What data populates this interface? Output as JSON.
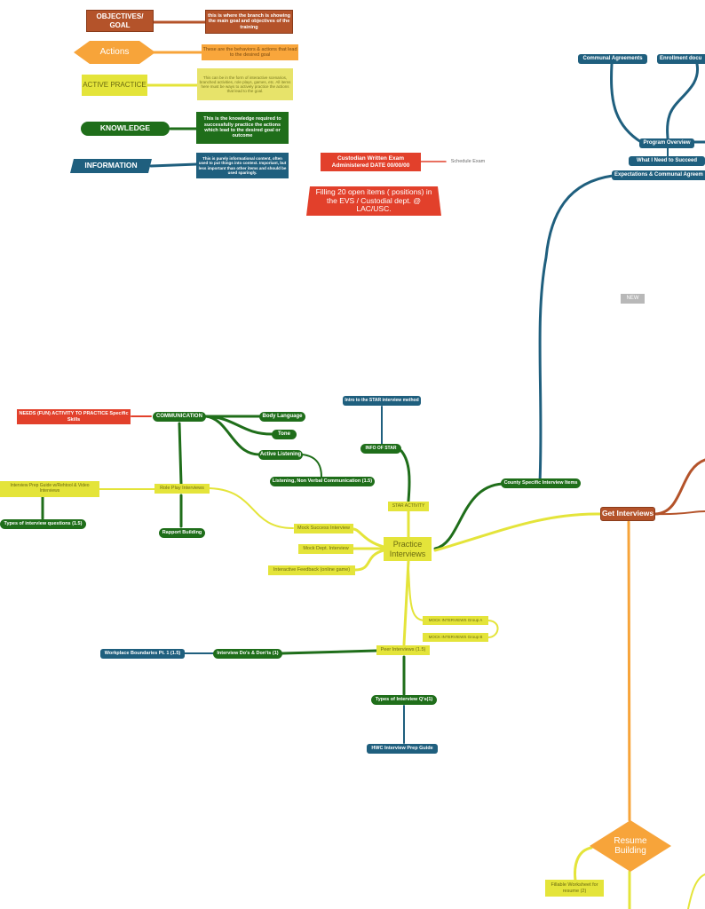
{
  "legend": {
    "objectives_label": "OBJECTIVES/ GOAL",
    "objectives_desc": "this is where the branch is showing the main goal and objectives of the training",
    "actions_label": "Actions",
    "actions_desc": "These are the behaviors & actions that lead to the desired goal",
    "active_label": "ACTIVE PRACTICE",
    "active_desc": "This can be in the form of interactive scenarios, branched activities, role plays, games, etc. All items here must be ways to actively practice the actions that lead to the goal.",
    "knowledge_label": "KNOWLEDGE",
    "knowledge_desc": "This is the knowledge required to successfully practice the actions which lead to the desired goal or outcome",
    "information_label": "INFORMATION",
    "information_desc": "This is purely informational content, often used to put things into context. Important, but less important than other items and should be used sparingly."
  },
  "exam": {
    "title": "Custodian Written Exam Administered DATE 00/00/00",
    "schedule": "Schedule Exam",
    "banner": "Filling 20 open items ( positions) in the EVS / Custodial dept. @ LAC/USC."
  },
  "top_right": {
    "communal": "Communal Agreements",
    "enrollment": "Enrollment docu",
    "program_overview": "Program Overview",
    "need_to_succeed": "What I Need to Succeed",
    "expectations": "Expectations & Communal Agreem",
    "new_tag": "NEW"
  },
  "communication": {
    "needs_activity": "NEEDS (FUN) ACTIVITY TO PRACTICE Specific Skills",
    "communication": "COMMUNICATION",
    "body_language": "Body Language",
    "tone": "Tone",
    "active_listening": "Active Listening",
    "non_verbal": "Listening, Non Verbal Communication (1.5)",
    "role_play": "Role Play Interviews",
    "rapport": "Rapport Building",
    "prep_guide": "Interview Prep Guide w/Rehtool & Video Interviews",
    "question_types": "Types of interview questions (1.5)"
  },
  "practice": {
    "practice_interviews": "Practice Interviews",
    "intro_star": "Intro to the STAR interview method",
    "info_star": "INFO OF STAR",
    "star_activity": "STAR ACTIVITY",
    "county_specific": "County Specific Interview Items",
    "get_interviews": "Get Interviews",
    "mock_success": "Mock Success Interview",
    "mock_dept": "Mock Dept. Interview",
    "interactive_feedback": "Interactive Feedback (online game)",
    "mock_group_a": "MOCK INTERVIEWS Group A",
    "mock_group_b": "MOCK INTERVIEWS Group B",
    "peer_interviews": "Peer Interviews (1.5)",
    "dos_donts": "Interview Do's & Don'ts (1)",
    "boundaries": "Workplace Boundaries Pt. 1 (1.5)",
    "types_interview": "Types of Interview Q's(1)",
    "hwc_prep": "HWC Interview Prep Guide"
  },
  "resume": {
    "resume_building": "Resume Building",
    "fillable": "Fillable Worksheet for resume (2)"
  },
  "colors": {
    "brown": "#b4532a",
    "orange": "#f7a43a",
    "yellow": "#e4e43a",
    "green": "#1f6e1a",
    "blue": "#1f5f7e",
    "red": "#e2402b"
  }
}
